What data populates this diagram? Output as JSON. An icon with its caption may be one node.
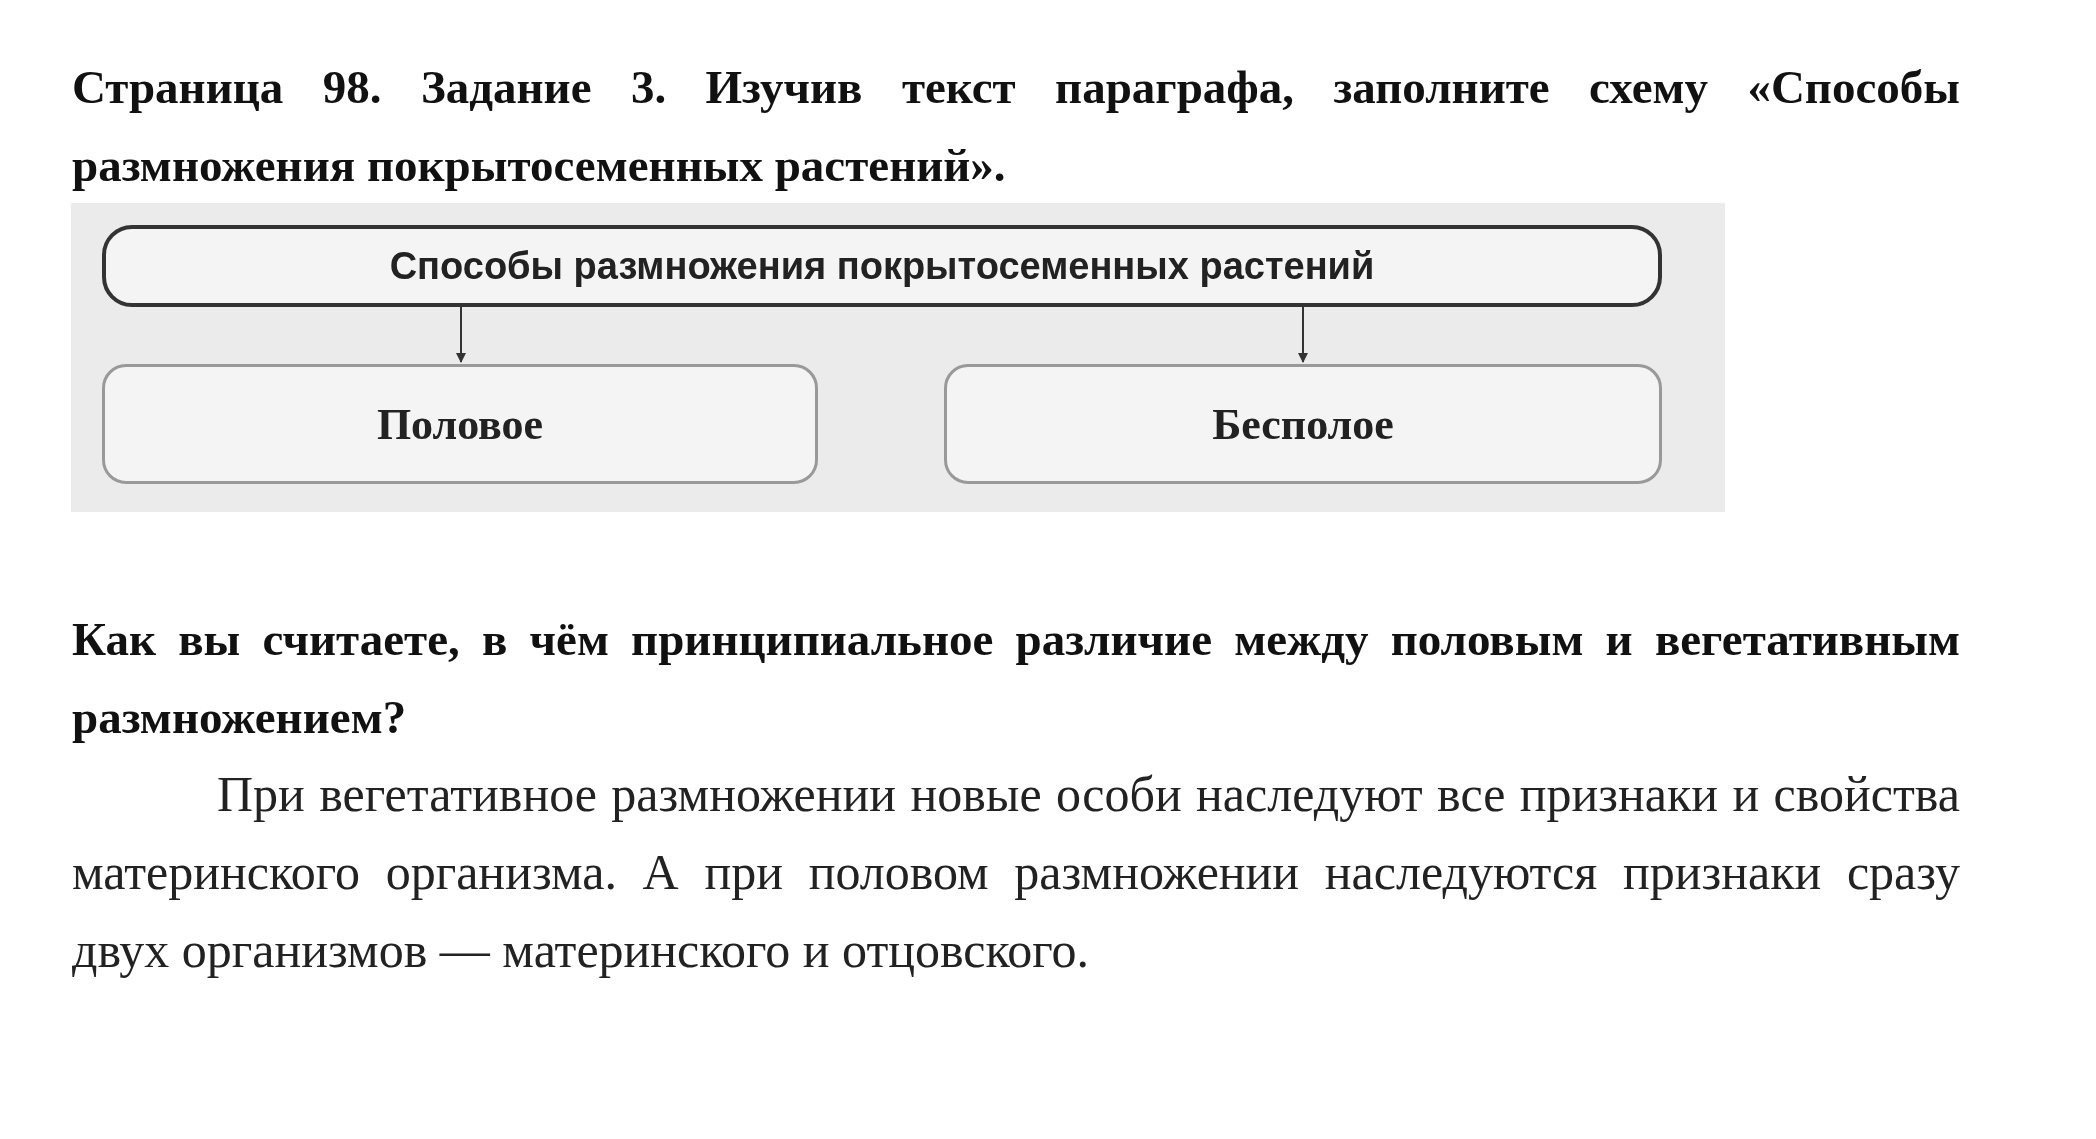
{
  "diagram": {
    "title": "Страница 98. Задание 3. Изучив текст параграфа, заполните схему «Способы размножения покрытосеменных растений».",
    "nodes": [
      {
        "text": [
          "Способы размножения покрытосеменных растений"
        ]
      },
      {
        "text": [
          "Половое"
        ]
      },
      {
        "text": [
          "Бесполое"
        ]
      }
    ],
    "edges": [
      {
        "from": 0,
        "to": 1,
        "arrow": "to"
      },
      {
        "from": 0,
        "to": 2,
        "arrow": "to"
      }
    ],
    "labels": [
      "Как вы считаете, в чём принципиальное различие между половым и вегетативным размножением?",
      "При вегетативное размножении новые особи наследуют все признаки и свойства материнского организма. А при половом размножении наследуются признаки сразу двух организмов — материнского и отцовского."
    ]
  }
}
